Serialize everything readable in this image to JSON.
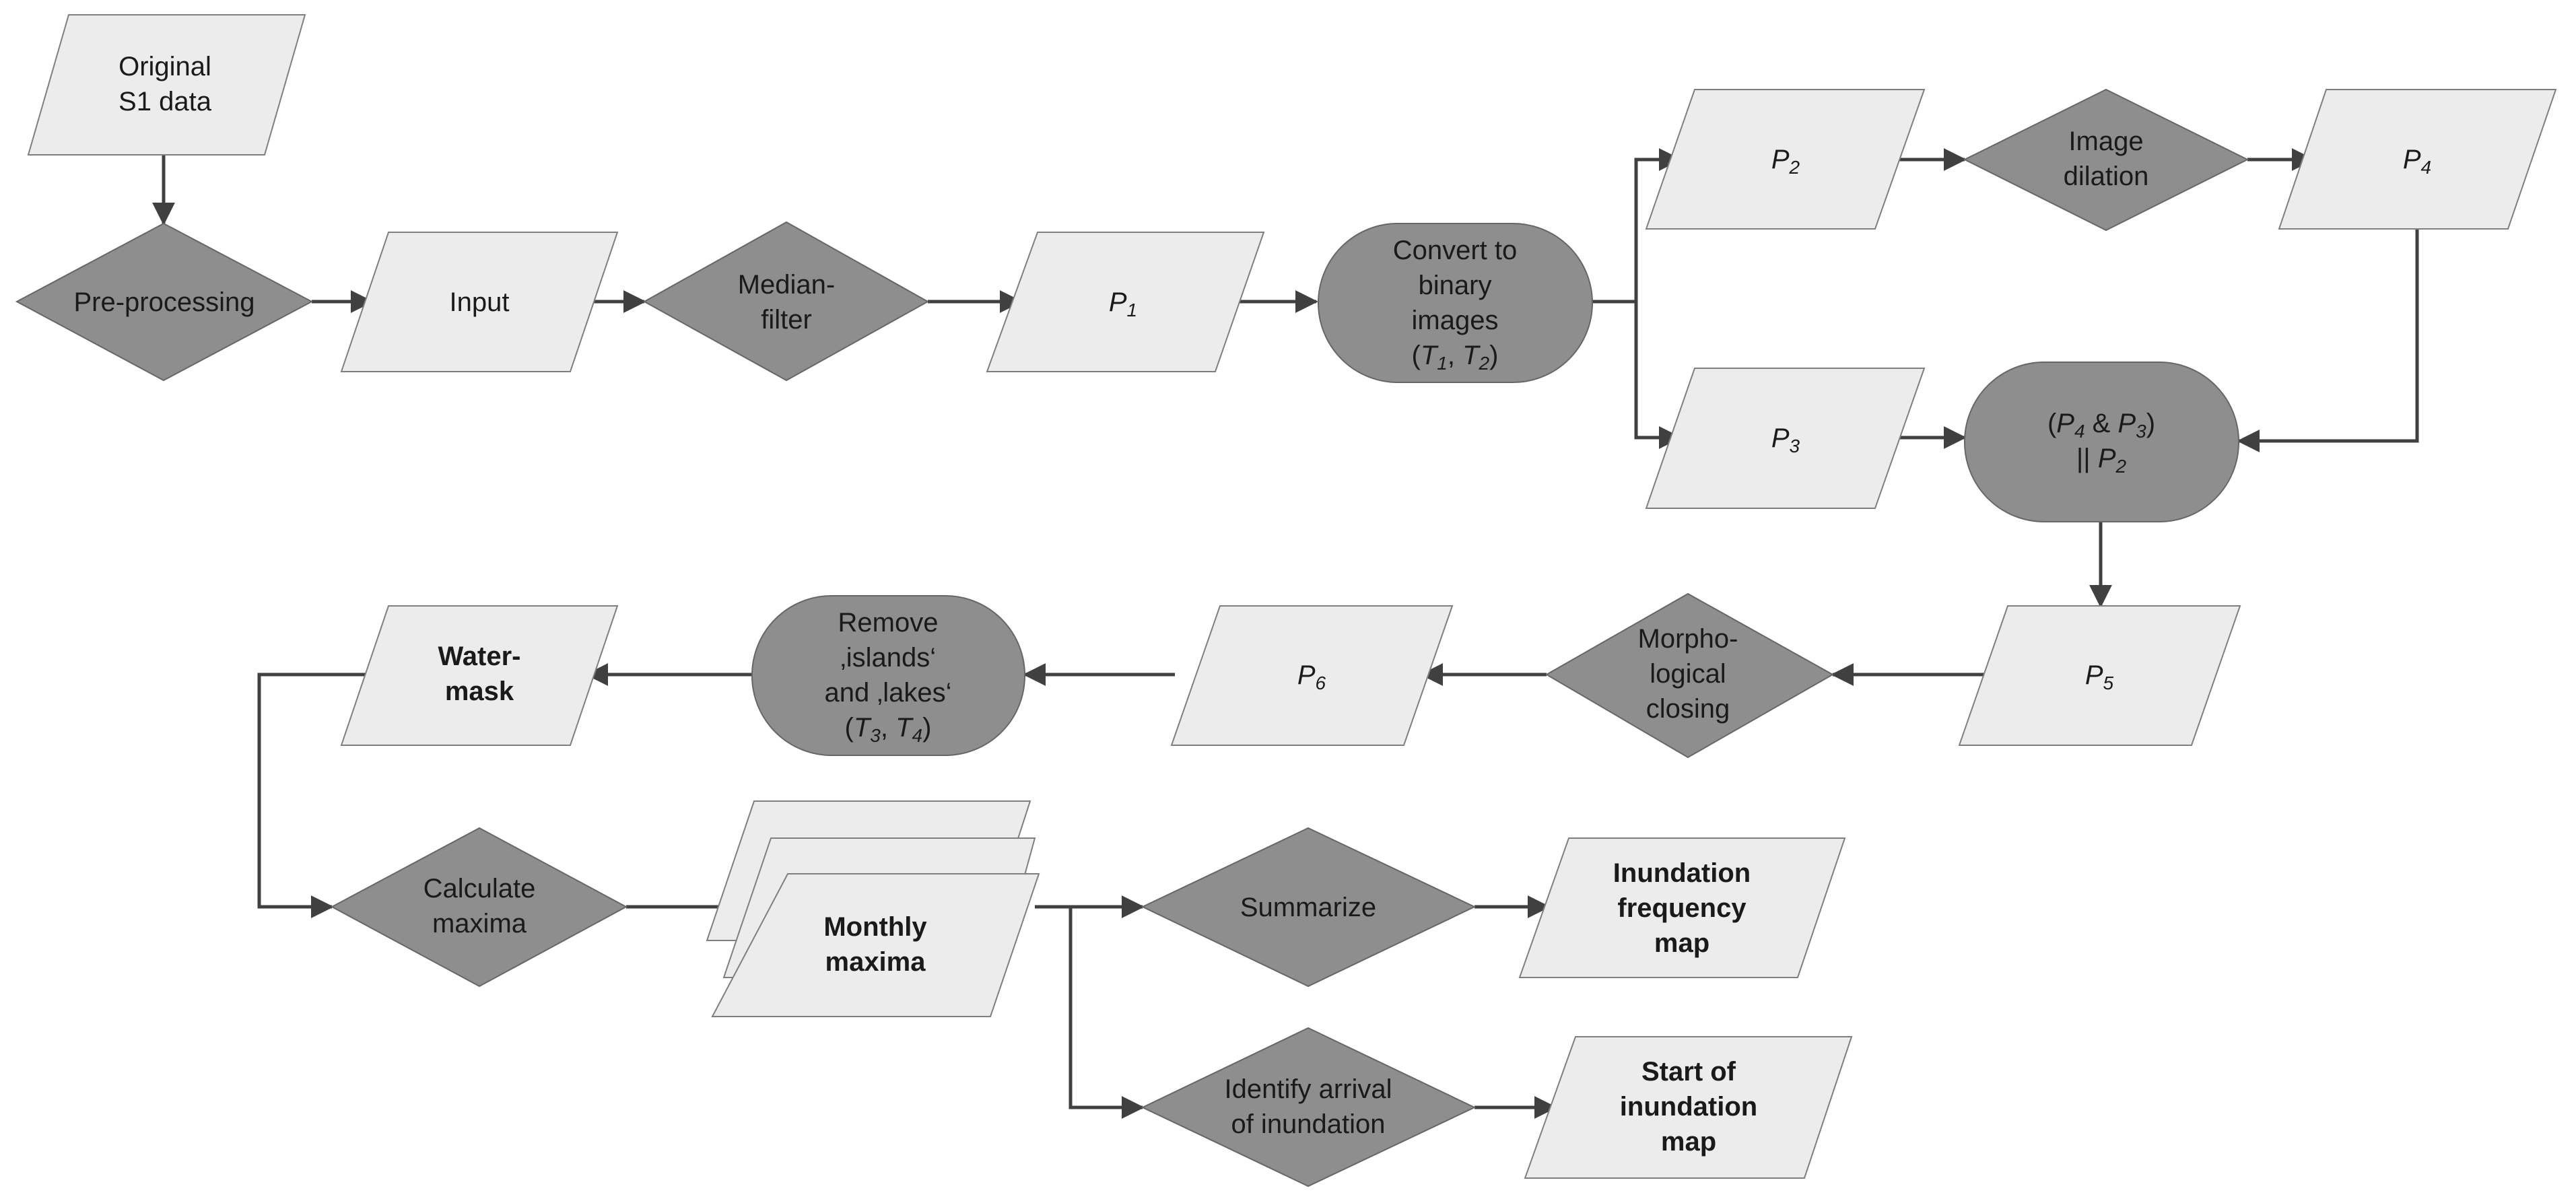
{
  "diagram": {
    "original_s1_data": {
      "line1": "Original",
      "line2": "S1 data"
    },
    "pre_processing": "Pre-processing",
    "input": "Input",
    "median_filter": {
      "line1": "Median-",
      "line2": "filter"
    },
    "p1": {
      "sym": "P",
      "sub": "1"
    },
    "convert": {
      "line1": "Convert to",
      "line2": "binary",
      "line3": "images",
      "open": "(",
      "t1": "T",
      "t1sub": "1",
      "sep": ", ",
      "t2": "T",
      "t2sub": "2",
      "close": ")"
    },
    "p2": {
      "sym": "P",
      "sub": "2"
    },
    "p3": {
      "sym": "P",
      "sub": "3"
    },
    "image_dilation": {
      "line1": "Image",
      "line2": "dilation"
    },
    "p4": {
      "sym": "P",
      "sub": "4"
    },
    "combine": {
      "open": "(",
      "p4": "P",
      "p4sub": "4",
      "amp": " & ",
      "p3": "P",
      "p3sub": "3",
      "close": ")",
      "or": "|| ",
      "p2": "P",
      "p2sub": "2"
    },
    "p5": {
      "sym": "P",
      "sub": "5"
    },
    "morph_closing": {
      "line1": "Morpho-",
      "line2": "logical",
      "line3": "closing"
    },
    "p6": {
      "sym": "P",
      "sub": "6"
    },
    "remove": {
      "line1": "Remove",
      "line2": "‚islands‘",
      "line3": "and ‚lakes‘",
      "open": "(",
      "t3": "T",
      "t3sub": "3",
      "sep": ", ",
      "t4": "T",
      "t4sub": "4",
      "close": ")"
    },
    "water_mask": {
      "line1": "Water-",
      "line2": "mask"
    },
    "calc_maxima": {
      "line1": "Calculate",
      "line2": "maxima"
    },
    "monthly_maxima": {
      "line1": "Monthly",
      "line2": "maxima"
    },
    "summarize": "Summarize",
    "identify_arrival": {
      "line1": "Identify arrival",
      "line2": "of inundation"
    },
    "inundation_freq_map": {
      "line1": "Inundation",
      "line2": "frequency",
      "line3": "map"
    },
    "start_inundation_map": {
      "line1": "Start of",
      "line2": "inundation",
      "line3": "map"
    }
  },
  "colors": {
    "data_fill": "#ececec",
    "process_fill": "#8e8e8e",
    "arrow": "#404040"
  }
}
